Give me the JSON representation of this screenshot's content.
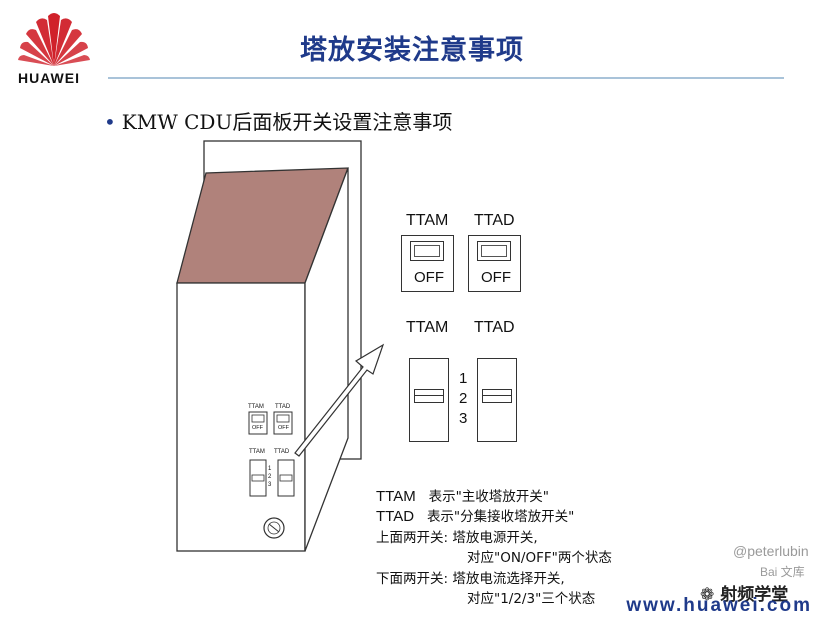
{
  "header": {
    "logo_text": "HUAWEI",
    "title": "塔放安装注意事项"
  },
  "bullet": {
    "text": "KMW CDU后面板开关设置注意事项"
  },
  "device": {
    "small_switch_labels": [
      "TTAM",
      "TTAD"
    ],
    "small_off": "OFF",
    "small_position_labels": [
      "1",
      "2",
      "3"
    ]
  },
  "detail": {
    "top_labels": [
      "TTAM",
      "TTAD"
    ],
    "off_label": "OFF",
    "bottom_labels": [
      "TTAM",
      "TTAD"
    ],
    "positions": [
      "1",
      "2",
      "3"
    ]
  },
  "legend": {
    "line1_code": "TTAM",
    "line1_text": "表示\"主收塔放开关\"",
    "line2_code": "TTAD",
    "line2_text": "表示\"分集接收塔放开关\"",
    "line3_a": "上面两开关: 塔放电源开关,",
    "line3_b": "对应\"ON/OFF\"两个状态",
    "line4_a": "下面两开关: 塔放电流选择开关,",
    "line4_b": "对应\"1/2/3\"三个状态"
  },
  "watermarks": {
    "user": "@peterlubin",
    "baidu": "Bai 文库",
    "wechat": "射频学堂"
  },
  "footer": {
    "url": "www.huawei.com"
  },
  "colors": {
    "title": "#1f3a8a",
    "rule": "#a9c3d9",
    "device_top": "#b0827b",
    "logo_red": "#d0212a"
  }
}
